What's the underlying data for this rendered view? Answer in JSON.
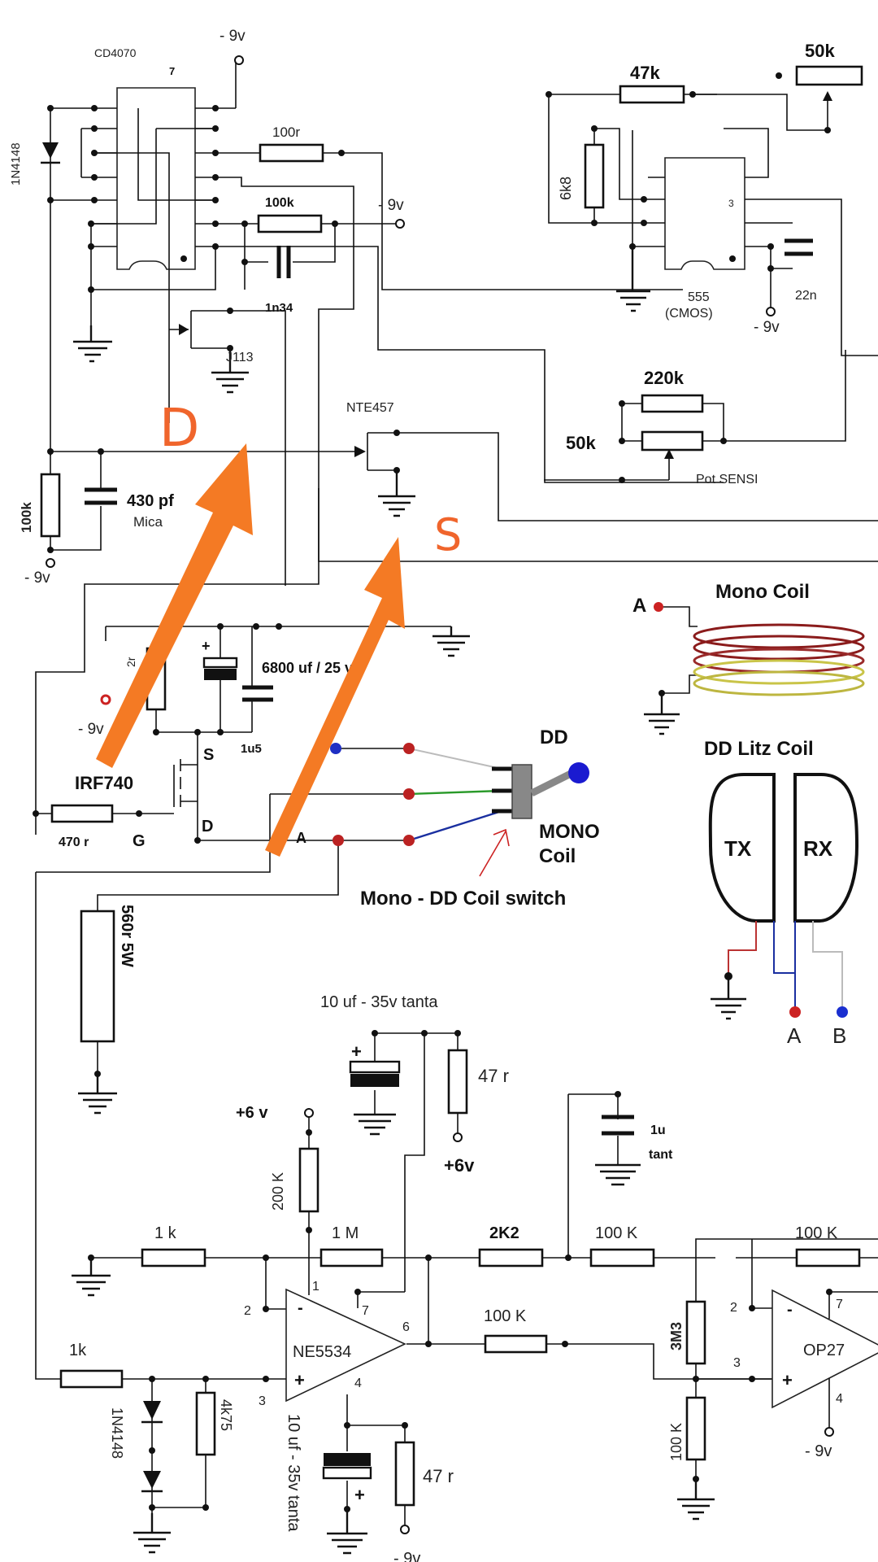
{
  "diagram": {
    "type": "schematic",
    "subject": "Pulse induction metal detector circuit"
  },
  "components": {
    "cd4070": {
      "label": "CD4070",
      "pin": "7"
    },
    "diode_top": {
      "label": "1N4148"
    },
    "r_100r": {
      "label": "100r"
    },
    "r_100k_top": {
      "label": "100k"
    },
    "c_1n34": {
      "label": "1n34"
    },
    "supply_neg_top": {
      "label": "- 9v"
    },
    "supply_neg_mid": {
      "label": "- 9v"
    },
    "r_47k": {
      "label": "47k"
    },
    "pot_50k_top": {
      "label": "50k"
    },
    "r_6k8": {
      "label": "6k8"
    },
    "ic555": {
      "label": "555",
      "sub": "(CMOS)",
      "pin": "3"
    },
    "c_22n": {
      "label": "22n"
    },
    "supply_neg_555": {
      "label": "- 9v"
    },
    "jfet_j113": {
      "label": "J113"
    },
    "trans_nte457": {
      "label": "NTE457"
    },
    "r_220k": {
      "label": "220k"
    },
    "pot_sensi": {
      "label": "50k",
      "name": "Pot SENSI"
    },
    "r_100k_left": {
      "label": "100k"
    },
    "c_430pf": {
      "label": "430 pf",
      "sub": "Mica"
    },
    "supply_neg_left": {
      "label": "- 9v"
    },
    "c_6800uf": {
      "label": "6800 uf / 25 v"
    },
    "r_21": {
      "label": "2r"
    },
    "supply_neg_red": {
      "label": "- 9v"
    },
    "c_1u5": {
      "label": "1u5"
    },
    "mosfet": {
      "label": "IRF740",
      "s": "S",
      "g": "G",
      "d": "D"
    },
    "r_470r": {
      "label": "470 r"
    },
    "node_a": {
      "label": "A"
    },
    "node_b": {
      "label": "B"
    },
    "switch": {
      "dd": "DD",
      "mono": "MONO",
      "coil": "Coil",
      "caption": "Mono - DD Coil switch"
    },
    "mono_coil": {
      "title": "Mono Coil",
      "terminal": "A"
    },
    "dd_coil": {
      "title": "DD Litz Coil",
      "tx": "TX",
      "rx": "RX",
      "term_a": "A",
      "term_b": "B"
    },
    "r_560r": {
      "label": "560r 5W"
    },
    "c_10uf_top": {
      "label": "10 uf - 35v tanta"
    },
    "r_47r_top": {
      "label": "47 r"
    },
    "supply_pos_6v_a": {
      "label": "+6 v"
    },
    "supply_pos_6v_b": {
      "label": "+6v"
    },
    "r_200k": {
      "label": "200 K"
    },
    "c_1u_tant": {
      "label": "1u",
      "sub": "tant"
    },
    "r_1k_a": {
      "label": "1 k"
    },
    "r_1m": {
      "label": "1 M"
    },
    "r_2k2": {
      "label": "2K2"
    },
    "r_100k_b": {
      "label": "100 K"
    },
    "r_100k_c": {
      "label": "100 K"
    },
    "r_100k_d": {
      "label": "100 K"
    },
    "ne5534": {
      "label": "NE5534",
      "pin1": "1",
      "pin2": "2",
      "pin3": "3",
      "pin4": "4",
      "pin6": "6",
      "pin7": "7",
      "minus": "-",
      "plus": "+"
    },
    "r_1k_b": {
      "label": "1k"
    },
    "diodes_bottom": {
      "label": "1N4148"
    },
    "r_4k75": {
      "label": "4k75"
    },
    "c_10uf_bot": {
      "label": "10 uf - 35v tanta"
    },
    "r_47r_bot": {
      "label": "47 r"
    },
    "supply_neg_bot": {
      "label": "- 9v"
    },
    "r_3m3": {
      "label": "3M3"
    },
    "r_100k_e": {
      "label": "100 K"
    },
    "op27": {
      "label": "OP27",
      "pin2": "2",
      "pin3": "3",
      "pin4": "4",
      "pin7": "7",
      "minus": "-",
      "plus": "+"
    },
    "supply_neg_op27": {
      "label": "- 9v"
    }
  },
  "annotations": {
    "drain_marker": "D",
    "source_marker": "S",
    "arrow_color": "#f47a24",
    "marker_color": "#f0652c"
  }
}
